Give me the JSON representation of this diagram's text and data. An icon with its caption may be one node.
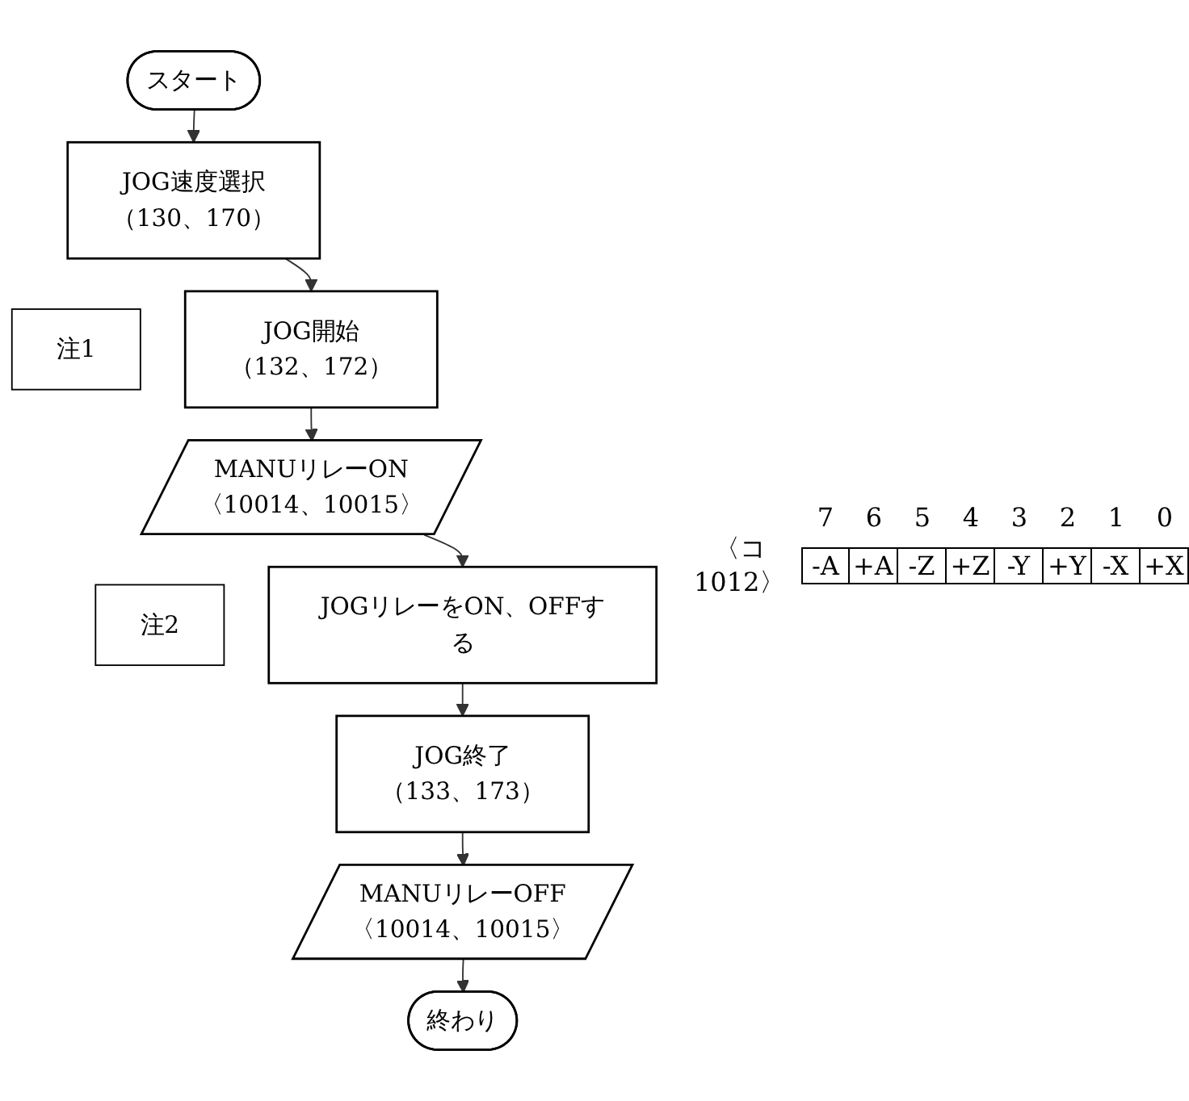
{
  "diagram": {
    "nodes": [
      {
        "text": [
          "スタート"
        ]
      },
      {
        "text": [
          "JOG速度選択",
          "（130、170）"
        ]
      },
      {
        "text": [
          "注1"
        ]
      },
      {
        "text": [
          "JOG開始",
          "（132、172）"
        ]
      },
      {
        "text": [
          "MANUリレーON",
          "〈10014、10015〉"
        ]
      },
      {
        "text": [
          "注2"
        ]
      },
      {
        "text": [
          "JOGリレーをON、OFFする"
        ]
      },
      {
        "text": [
          "JOG終了",
          "（133、173）"
        ]
      },
      {
        "text": [
          "MANUリレーOFF",
          "〈10014、10015〉"
        ]
      },
      {
        "text": [
          "終わり"
        ]
      }
    ],
    "edges": [
      {
        "from": 0,
        "to": 1,
        "arrow": "to"
      },
      {
        "from": 1,
        "to": 3,
        "arrow": "to"
      },
      {
        "from": 3,
        "to": 4,
        "arrow": "to"
      },
      {
        "from": 4,
        "to": 6,
        "arrow": "to"
      },
      {
        "from": 6,
        "to": 7,
        "arrow": "to"
      },
      {
        "from": 7,
        "to": 8,
        "arrow": "to"
      },
      {
        "from": 8,
        "to": 9,
        "arrow": "to"
      }
    ],
    "labels": [
      "7",
      "6",
      "5",
      "4",
      "3",
      "2",
      "1",
      "0",
      "〈コ1012〉",
      "-A",
      "+A",
      "-Z",
      "+Z",
      "-Y",
      "+Y",
      "-X",
      "+X"
    ]
  }
}
